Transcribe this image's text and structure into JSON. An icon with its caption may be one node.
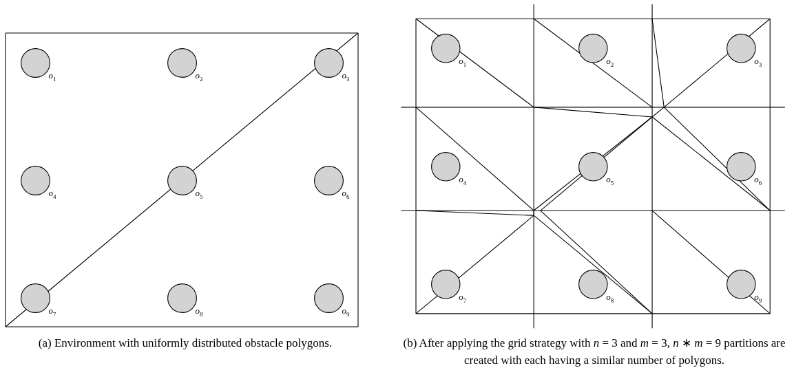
{
  "diagram": {
    "nodes": [
      {
        "text": [],
        "shape": "circle",
        "beside": [
          "*o*$_{1}$"
        ]
      },
      {
        "text": [],
        "shape": "circle",
        "beside": [
          "*o*$_{2}$"
        ]
      },
      {
        "text": [],
        "shape": "circle",
        "beside": [
          "*o*$_{3}$"
        ]
      },
      {
        "text": [],
        "shape": "circle",
        "beside": [
          "*o*$_{4}$"
        ]
      },
      {
        "text": [],
        "shape": "circle",
        "beside": [
          "*o*$_{5}$"
        ]
      },
      {
        "text": [],
        "shape": "circle",
        "beside": [
          "*o*$_{6}$"
        ]
      },
      {
        "text": [],
        "shape": "circle",
        "beside": [
          "*o*$_{7}$"
        ]
      },
      {
        "text": [],
        "shape": "circle",
        "beside": [
          "*o*$_{8}$"
        ]
      },
      {
        "text": [],
        "shape": "circle",
        "beside": [
          "*o*$_{9}$"
        ]
      },
      {
        "text": [],
        "shape": "circle",
        "beside": [
          "*o*$_{1}$"
        ]
      },
      {
        "text": [],
        "shape": "circle",
        "beside": [
          "*o*$_{2}$"
        ]
      },
      {
        "text": [],
        "shape": "circle",
        "beside": [
          "*o*$_{3}$"
        ]
      },
      {
        "text": [],
        "shape": "circle",
        "beside": [
          "*o*$_{4}$"
        ]
      },
      {
        "text": [],
        "shape": "circle",
        "beside": [
          "*o*$_{5}$"
        ]
      },
      {
        "text": [],
        "shape": "circle",
        "beside": [
          "*o*$_{6}$"
        ]
      },
      {
        "text": [],
        "shape": "circle",
        "beside": [
          "*o*$_{7}$"
        ]
      },
      {
        "text": [],
        "shape": "circle",
        "beside": [
          "*o*$_{8}$"
        ]
      },
      {
        "text": [],
        "shape": "circle",
        "beside": [
          "*o*$_{9}$"
        ]
      }
    ],
    "labels": [
      "(a) Environment with uniformly distributed obstacle polygons.",
      "(b) After applying the grid strategy with *n* = 3 and *m* = 3, *n* ∗ *m* = 9 partitions are created with each having a similar number of polygons."
    ]
  }
}
